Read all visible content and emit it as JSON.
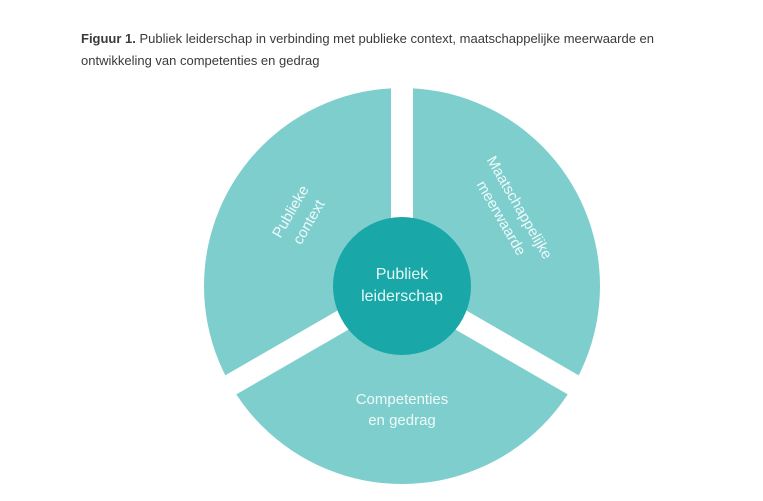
{
  "caption": {
    "label": "Figuur 1.",
    "text": " Publiek leiderschap in verbinding met publieke context, maatschappelijke meerwaarde en ontwikkeling van competenties en gedrag"
  },
  "diagram": {
    "center": {
      "line1": "Publiek",
      "line2": "leiderschap"
    },
    "segments": [
      {
        "line1": "Publieke",
        "line2": "context"
      },
      {
        "line1": "Maatschappelijke",
        "line2": "meerwaarde"
      },
      {
        "line1": "Competenties",
        "line2": "en gedrag"
      }
    ],
    "colors": {
      "segment": "#7ecece",
      "center": "#19a7a7"
    }
  }
}
